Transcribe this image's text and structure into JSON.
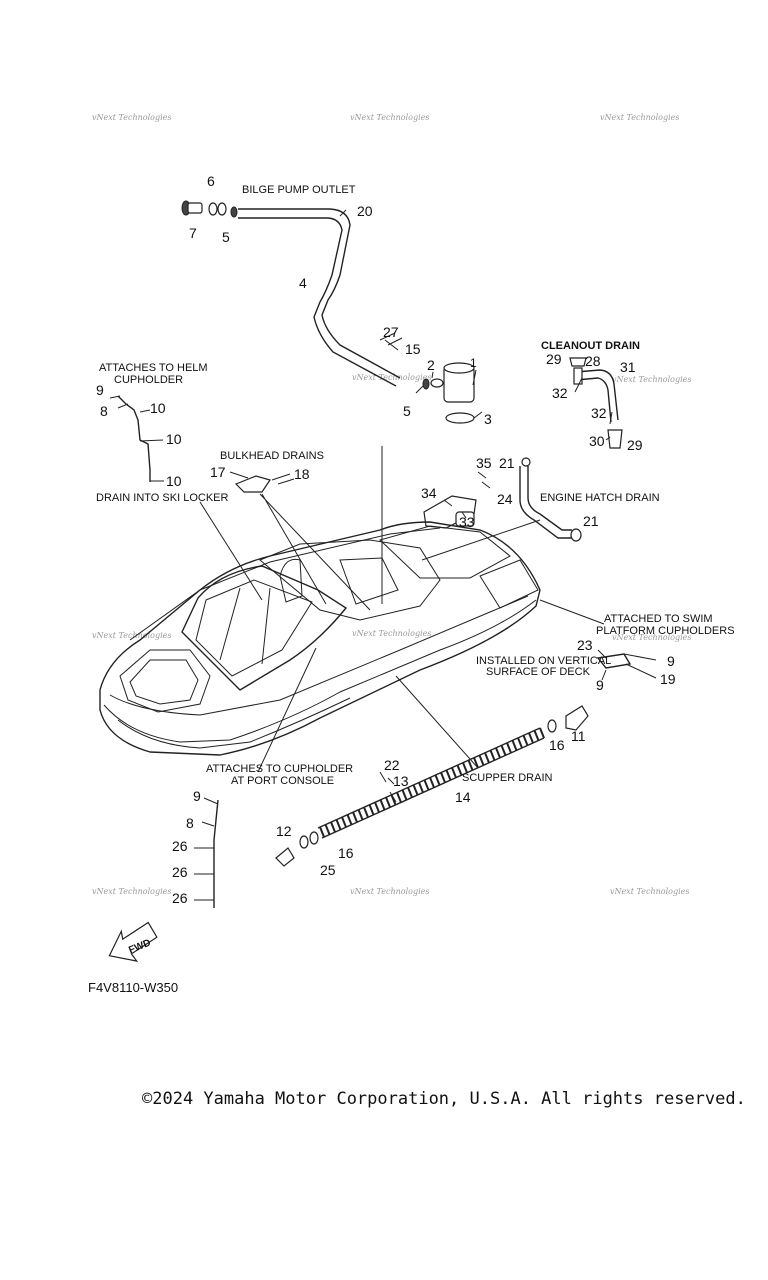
{
  "diagram": {
    "labels": {
      "bilge_pump_outlet": "BILGE PUMP OUTLET",
      "cleanout_drain": "CLEANOUT DRAIN",
      "attaches_helm_1": "ATTACHES TO HELM",
      "attaches_helm_2": "CUPHOLDER",
      "bulkhead_drains": "BULKHEAD DRAINS",
      "drain_ski_locker": "DRAIN INTO SKI LOCKER",
      "engine_hatch_drain": "ENGINE HATCH DRAIN",
      "swim_platform_1": "ATTACHED TO SWIM",
      "swim_platform_2": "PLATFORM CUPHOLDERS",
      "vertical_surface_1": "INSTALLED ON VERTICAL",
      "vertical_surface_2": "SURFACE OF DECK",
      "port_console_1": "ATTACHES TO CUPHOLDER",
      "port_console_2": "AT PORT CONSOLE",
      "scupper_drain": "SCUPPER DRAIN",
      "fwd": "FWD",
      "diagram_code": "F4V8110-W350"
    },
    "watermark": "vNext Technologies",
    "parts": [
      {
        "id": "p6",
        "n": "6"
      },
      {
        "id": "p7",
        "n": "7"
      },
      {
        "id": "p5a",
        "n": "5"
      },
      {
        "id": "p20",
        "n": "20"
      },
      {
        "id": "p4",
        "n": "4"
      },
      {
        "id": "p27",
        "n": "27"
      },
      {
        "id": "p15",
        "n": "15"
      },
      {
        "id": "p2",
        "n": "2"
      },
      {
        "id": "p1",
        "n": "1"
      },
      {
        "id": "p5b",
        "n": "5"
      },
      {
        "id": "p3",
        "n": "3"
      },
      {
        "id": "p29a",
        "n": "29"
      },
      {
        "id": "p28",
        "n": "28"
      },
      {
        "id": "p31",
        "n": "31"
      },
      {
        "id": "p32a",
        "n": "32"
      },
      {
        "id": "p32b",
        "n": "32"
      },
      {
        "id": "p30",
        "n": "30"
      },
      {
        "id": "p29b",
        "n": "29"
      },
      {
        "id": "p9a",
        "n": "9"
      },
      {
        "id": "p8a",
        "n": "8"
      },
      {
        "id": "p10a",
        "n": "10"
      },
      {
        "id": "p10b",
        "n": "10"
      },
      {
        "id": "p10c",
        "n": "10"
      },
      {
        "id": "p17",
        "n": "17"
      },
      {
        "id": "p18",
        "n": "18"
      },
      {
        "id": "p35",
        "n": "35"
      },
      {
        "id": "p21a",
        "n": "21"
      },
      {
        "id": "p34",
        "n": "34"
      },
      {
        "id": "p33",
        "n": "33"
      },
      {
        "id": "p24",
        "n": "24"
      },
      {
        "id": "p21b",
        "n": "21"
      },
      {
        "id": "p23",
        "n": "23"
      },
      {
        "id": "p9b",
        "n": "9"
      },
      {
        "id": "p9c",
        "n": "9"
      },
      {
        "id": "p19",
        "n": "19"
      },
      {
        "id": "p16a",
        "n": "16"
      },
      {
        "id": "p11",
        "n": "11"
      },
      {
        "id": "p22",
        "n": "22"
      },
      {
        "id": "p13",
        "n": "13"
      },
      {
        "id": "p14",
        "n": "14"
      },
      {
        "id": "p12",
        "n": "12"
      },
      {
        "id": "p16b",
        "n": "16"
      },
      {
        "id": "p25",
        "n": "25"
      },
      {
        "id": "p9d",
        "n": "9"
      },
      {
        "id": "p8b",
        "n": "8"
      },
      {
        "id": "p26a",
        "n": "26"
      },
      {
        "id": "p26b",
        "n": "26"
      },
      {
        "id": "p26c",
        "n": "26"
      }
    ]
  },
  "footer": {
    "copyright": "©2024 Yamaha Motor Corporation, U.S.A. All rights reserved."
  }
}
